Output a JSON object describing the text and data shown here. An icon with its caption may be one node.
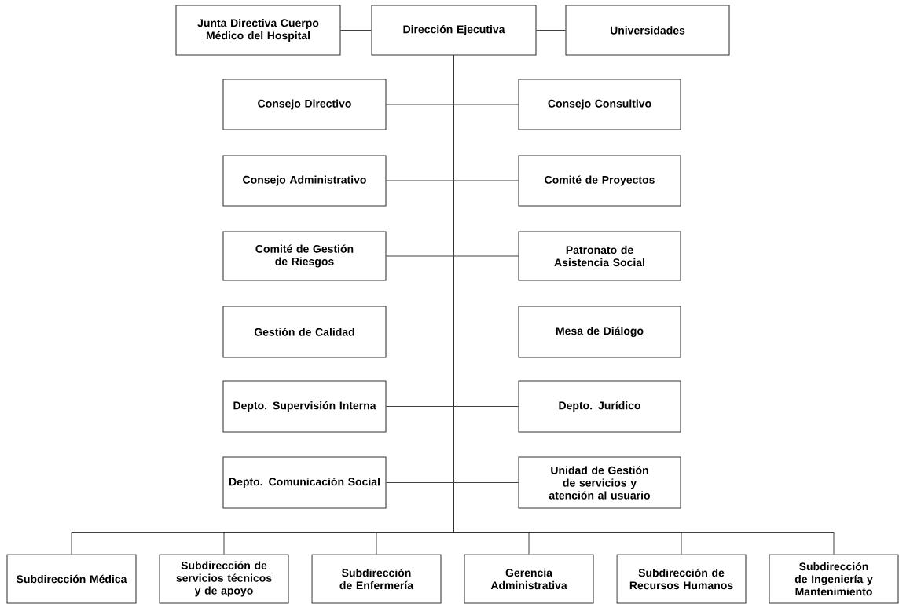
{
  "diagram": {
    "nodes": [
      {
        "text": [
          "Junta Directiva Cuerpo Médico del Hospital"
        ]
      },
      {
        "text": [
          "Dirección Ejecutiva"
        ]
      },
      {
        "text": [
          "Universidades"
        ]
      },
      {
        "text": [
          "Consejo Directivo"
        ]
      },
      {
        "text": [
          "Consejo Consultivo"
        ]
      },
      {
        "text": [
          "Consejo Administrativo"
        ]
      },
      {
        "text": [
          "Comité de Proyectos"
        ]
      },
      {
        "text": [
          "Comité de Gestión de Riesgos"
        ]
      },
      {
        "text": [
          "Patronato de Asistencia Social"
        ]
      },
      {
        "text": [
          "Gestión de Calidad"
        ]
      },
      {
        "text": [
          "Mesa de Diálogo"
        ]
      },
      {
        "text": [
          "Depto. Supervisión Interna"
        ]
      },
      {
        "text": [
          "Depto. Jurídico"
        ]
      },
      {
        "text": [
          "Depto. Comunicación Social"
        ]
      },
      {
        "text": [
          "Unidad de Gestión de servicios y atención al usuario"
        ]
      },
      {
        "text": [
          "Subdirección Médica"
        ]
      },
      {
        "text": [
          "Subdirección de servicios técnicos y de apoyo"
        ]
      },
      {
        "text": [
          "Subdirección de Enfermería"
        ]
      },
      {
        "text": [
          "Gerencia Administrativa"
        ]
      },
      {
        "text": [
          "Subdirección de Recursos Humanos"
        ]
      },
      {
        "text": [
          "Subdirección de Ingeniería y Mantenimiento"
        ]
      }
    ],
    "edges": [
      {
        "from": 0,
        "to": 1,
        "arrow": "none"
      },
      {
        "from": 1,
        "to": 2,
        "arrow": "none"
      },
      {
        "from": 1,
        "to": 3,
        "arrow": "none"
      },
      {
        "from": 1,
        "to": 4,
        "arrow": "none"
      },
      {
        "from": 1,
        "to": 5,
        "arrow": "none"
      },
      {
        "from": 1,
        "to": 6,
        "arrow": "none"
      },
      {
        "from": 1,
        "to": 7,
        "arrow": "none"
      },
      {
        "from": 1,
        "to": 8,
        "arrow": "none"
      },
      {
        "from": 1,
        "to": 11,
        "arrow": "none"
      },
      {
        "from": 1,
        "to": 12,
        "arrow": "none"
      },
      {
        "from": 1,
        "to": 13,
        "arrow": "none"
      },
      {
        "from": 1,
        "to": 14,
        "arrow": "none"
      },
      {
        "from": 1,
        "to": 15,
        "arrow": "none"
      },
      {
        "from": 1,
        "to": 16,
        "arrow": "none"
      },
      {
        "from": 1,
        "to": 17,
        "arrow": "none"
      },
      {
        "from": 1,
        "to": 18,
        "arrow": "none"
      },
      {
        "from": 1,
        "to": 19,
        "arrow": "none"
      },
      {
        "from": 1,
        "to": 20,
        "arrow": "none"
      }
    ]
  }
}
